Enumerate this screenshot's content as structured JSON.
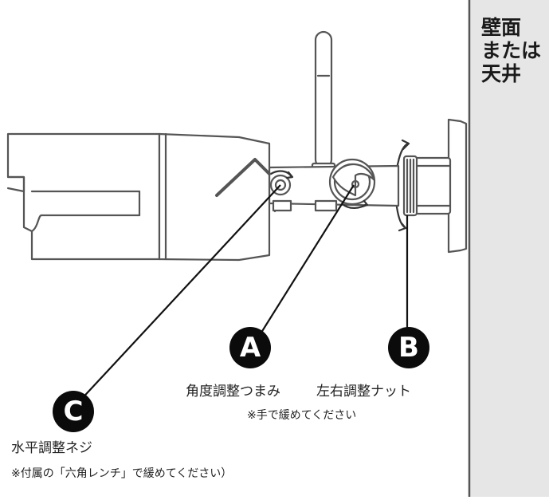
{
  "wall": {
    "label": "壁面\nまたは\n天井"
  },
  "callouts": {
    "a": {
      "letter": "A",
      "title": "角度調整つまみ"
    },
    "b": {
      "letter": "B",
      "title": "左右調整ナット"
    },
    "ab_note": "※手で緩めてください",
    "c": {
      "letter": "C",
      "title": "水平調整ネジ",
      "note": "※付属の「六角レンチ」で緩めてください）"
    }
  },
  "colors": {
    "outline": "#555555",
    "wall_fill": "#e6e6e6",
    "badge": "#0b0b0b",
    "leader": "#111111"
  }
}
